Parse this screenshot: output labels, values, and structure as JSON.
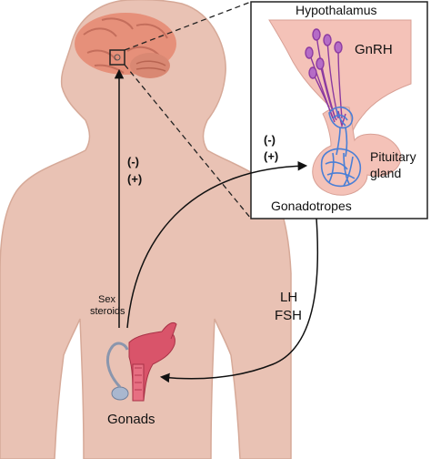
{
  "labels": {
    "hypothalamus": "Hypothalamus",
    "gnrh": "GnRH",
    "pituitary_line1": "Pituitary",
    "pituitary_line2": "gland",
    "gonadotropes": "Gonadotropes",
    "inset_feedback_neg": "(-)",
    "inset_feedback_pos": "(+)",
    "body_feedback_neg": "(-)",
    "body_feedback_pos": "(+)",
    "sex_steroids_line1": "Sex",
    "sex_steroids_line2": "steroids",
    "lh": "LH",
    "fsh": "FSH",
    "gonads": "Gonads"
  },
  "colors": {
    "body_fill": "#e9c2b4",
    "body_stroke": "#d6a998",
    "brain": "#e6907a",
    "cerebellum": "#d98873",
    "inset_tissue": "#f4c2b8",
    "neuron": "#8c3aa0",
    "capillary": "#4a7fd6",
    "uterus": "#d9546a",
    "arrow": "#111111"
  }
}
